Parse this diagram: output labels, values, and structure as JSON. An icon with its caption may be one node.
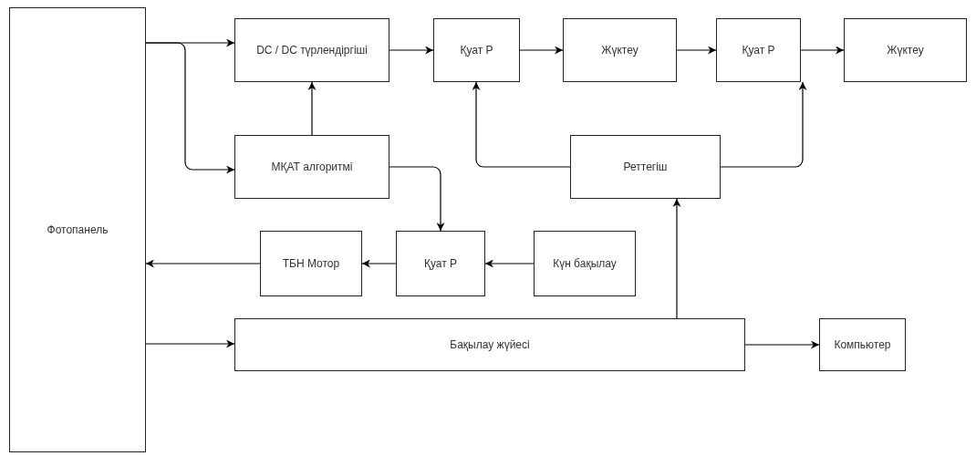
{
  "diagram": {
    "nodes": [
      {
        "text": [
          "Фотопанель"
        ]
      },
      {
        "text": [
          "DC / DC түрлендіргіші"
        ]
      },
      {
        "text": [
          "Қуат Р"
        ]
      },
      {
        "text": [
          "Жүктеу"
        ]
      },
      {
        "text": [
          "Қуат Р"
        ]
      },
      {
        "text": [
          "Жүктеу"
        ]
      },
      {
        "text": [
          "МҚАТ алгоритмі"
        ]
      },
      {
        "text": [
          "Реттегіш"
        ]
      },
      {
        "text": [
          "ТБН Мотор"
        ]
      },
      {
        "text": [
          "Қуат Р"
        ]
      },
      {
        "text": [
          "Күн бақылау"
        ]
      },
      {
        "text": [
          "Бақылау жүйесі"
        ]
      },
      {
        "text": [
          "Компьютер"
        ]
      }
    ],
    "edges": [
      {
        "from": 0,
        "to": 1,
        "arrow": "to"
      },
      {
        "from": 0,
        "to": 6,
        "arrow": "to"
      },
      {
        "from": 6,
        "to": 1,
        "arrow": "to"
      },
      {
        "from": 1,
        "to": 2,
        "arrow": "to"
      },
      {
        "from": 2,
        "to": 3,
        "arrow": "to"
      },
      {
        "from": 3,
        "to": 4,
        "arrow": "to"
      },
      {
        "from": 4,
        "to": 5,
        "arrow": "to"
      },
      {
        "from": 7,
        "to": 2,
        "arrow": "to"
      },
      {
        "from": 7,
        "to": 4,
        "arrow": "to"
      },
      {
        "from": 6,
        "to": 9,
        "arrow": "to"
      },
      {
        "from": 10,
        "to": 9,
        "arrow": "to"
      },
      {
        "from": 9,
        "to": 8,
        "arrow": "to"
      },
      {
        "from": 8,
        "to": 0,
        "arrow": "to"
      },
      {
        "from": 11,
        "to": 7,
        "arrow": "to"
      },
      {
        "from": 11,
        "to": 12,
        "arrow": "to"
      },
      {
        "from": 0,
        "to": 11,
        "arrow": "to"
      }
    ]
  }
}
